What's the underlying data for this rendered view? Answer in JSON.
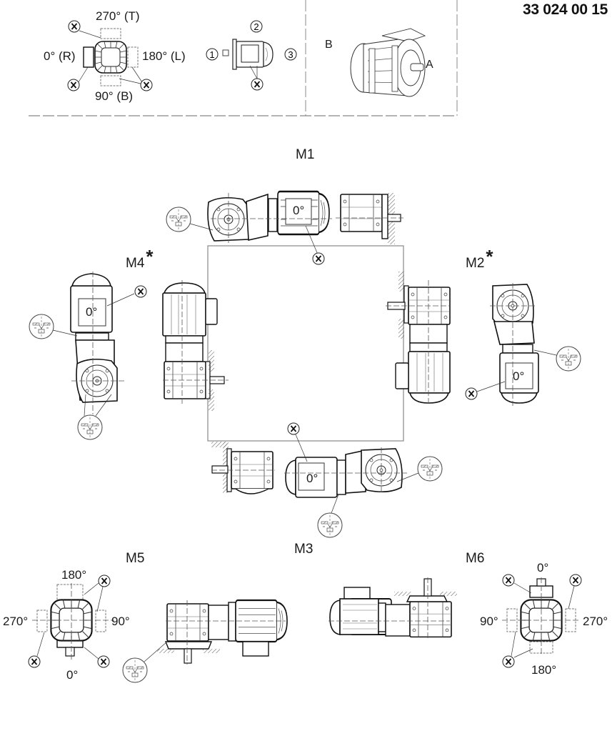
{
  "document_code": "33 024 00 15",
  "legend": {
    "terminal_box_positions": {
      "top": "270° (T)",
      "left": "0° (R)",
      "right": "180° (L)",
      "bottom": "90° (B)"
    },
    "cable_entry": {
      "positions": [
        "1",
        "2",
        "3"
      ]
    },
    "sides": {
      "b": "B",
      "a": "A"
    },
    "marker": "X"
  },
  "mounting_positions": {
    "m1": {
      "label": "M1",
      "asterisk": "",
      "box_angle": "0°"
    },
    "m2": {
      "label": "M2",
      "asterisk": "*",
      "box_angle": "0°"
    },
    "m3": {
      "label": "M3",
      "asterisk": "",
      "box_angle": "0°"
    },
    "m4": {
      "label": "M4",
      "asterisk": "*",
      "box_angle": "0°"
    },
    "m5": {
      "label": "M5",
      "angles": {
        "top": "180°",
        "left": "270°",
        "right": "90°",
        "bottom": "0°"
      }
    },
    "m6": {
      "label": "M6",
      "angles": {
        "top": "0°",
        "left": "90°",
        "right": "270°",
        "bottom": "180°"
      }
    }
  }
}
